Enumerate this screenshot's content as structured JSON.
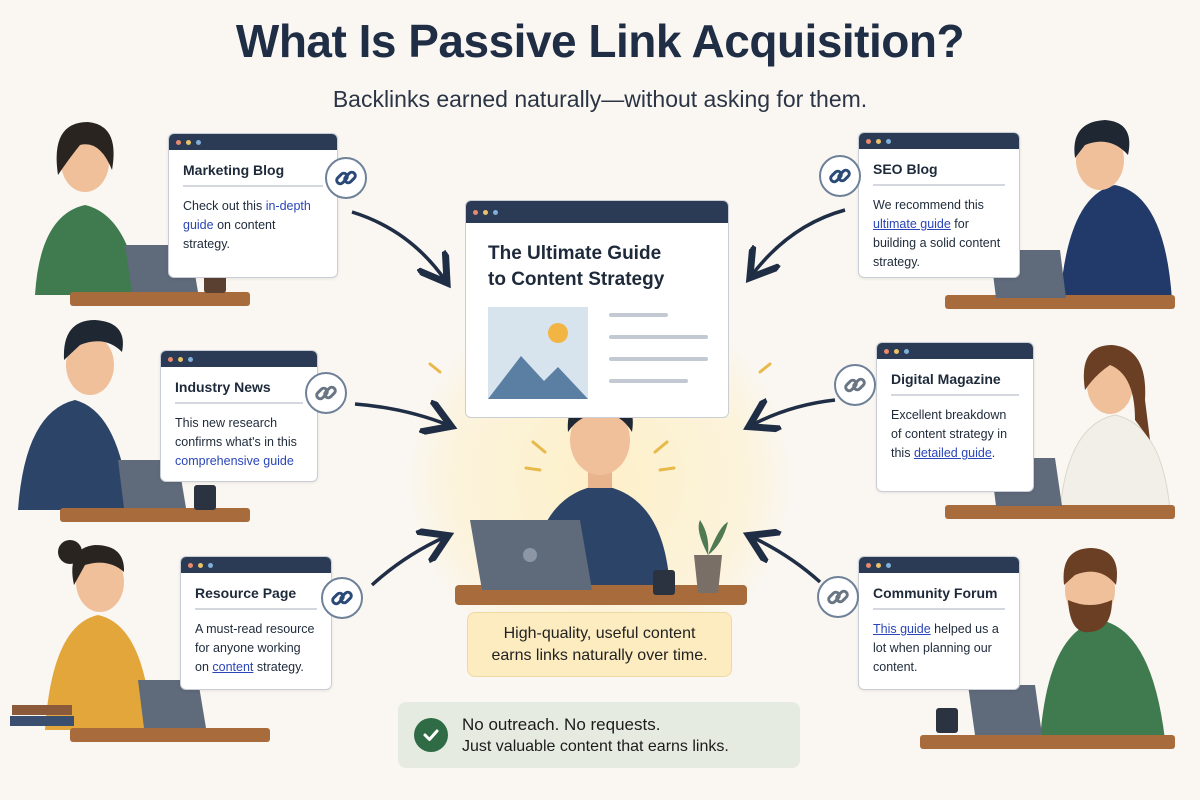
{
  "header": {
    "title": "What Is Passive Link Acquisition?",
    "subtitle": "Backlinks earned naturally—without asking for them."
  },
  "center": {
    "title_line1": "The Ultimate Guide",
    "title_line2": "to Content Strategy",
    "caption_line1": "High-quality, useful content",
    "caption_line2": "earns links naturally over time."
  },
  "banner": {
    "line1": "No outreach. No requests.",
    "line2": "Just valuable content that earns links."
  },
  "cards": [
    {
      "title": "Marketing Blog",
      "pre": "Check out this ",
      "link": "in-depth guide",
      "post": " on content strategy."
    },
    {
      "title": "Industry News",
      "pre": "This new research confirms what's in this ",
      "link": "comprehensive guide",
      "post": " ..."
    },
    {
      "title": "Resource Page",
      "pre": "A must-read resource for anyone working on ",
      "link": "content",
      "post": " strategy."
    },
    {
      "title": "SEO Blog",
      "pre": "We recommend this ",
      "link": "ultimate guide",
      "post": " for building a solid content strategy."
    },
    {
      "title": "Digital Magazine",
      "pre": "Excellent breakdown of content strategy in this ",
      "link": "detailed guide",
      "post": "."
    },
    {
      "title": "Community Forum",
      "pre": "",
      "link": "This guide",
      "post": " helped us a lot when planning our content."
    }
  ],
  "colors": {
    "navy": "#2b3a55",
    "link": "#2a45b8",
    "caption": "#fdecc0",
    "banner": "#e6ebe1",
    "check": "#2f6b45"
  }
}
